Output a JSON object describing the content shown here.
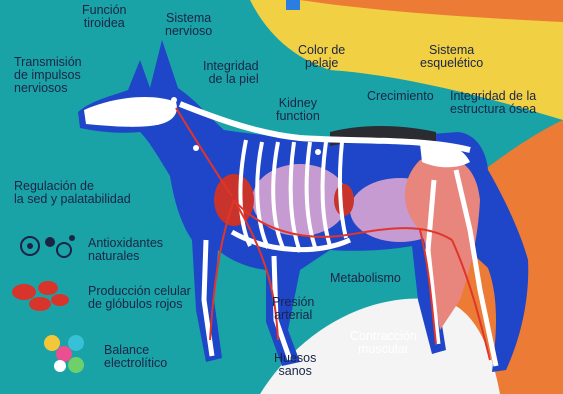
{
  "labels": {
    "funcion_tiroidea": "Función\ntiroidea",
    "sistema_nervioso": "Sistema\nnervioso",
    "transmision_impulsos": "Transmisión\nde impulsos\nnerviosos",
    "integridad_piel": "Integridad\nde la piel",
    "color_pelaje": "Color de\npelaje",
    "sistema_esqueletico": "Sistema\nesquelético",
    "kidney_function": "Kidney\nfunction",
    "crecimiento": "Crecimiento",
    "integridad_estructura_osea": "Integridad de la\nestructura ósea",
    "regulacion_sed": "Regulación de\nla sed y palatabilidad",
    "antioxidantes": "Antioxidantes\nnaturales",
    "produccion_globulos": "Producción celular\nde glóbulos rojos",
    "balance_electrolitico": "Balance\nelectrolítico",
    "metabolismo": "Metabolismo",
    "presion_arterial": "Presión\narterial",
    "contraccion_muscular": "Contracción\nmuscular",
    "huesos_sanos": "Huesos\nsanos"
  },
  "colors": {
    "background_teal": "#19a3a6",
    "band_yellow": "#f1d043",
    "band_orange": "#ec7b35",
    "dog_blue": "#1f45c8",
    "skeleton": "#ffffff",
    "vessels": "#e0352b",
    "muscle": "#e8857c",
    "organs": "#c69bd2",
    "text": "#1b2445"
  }
}
